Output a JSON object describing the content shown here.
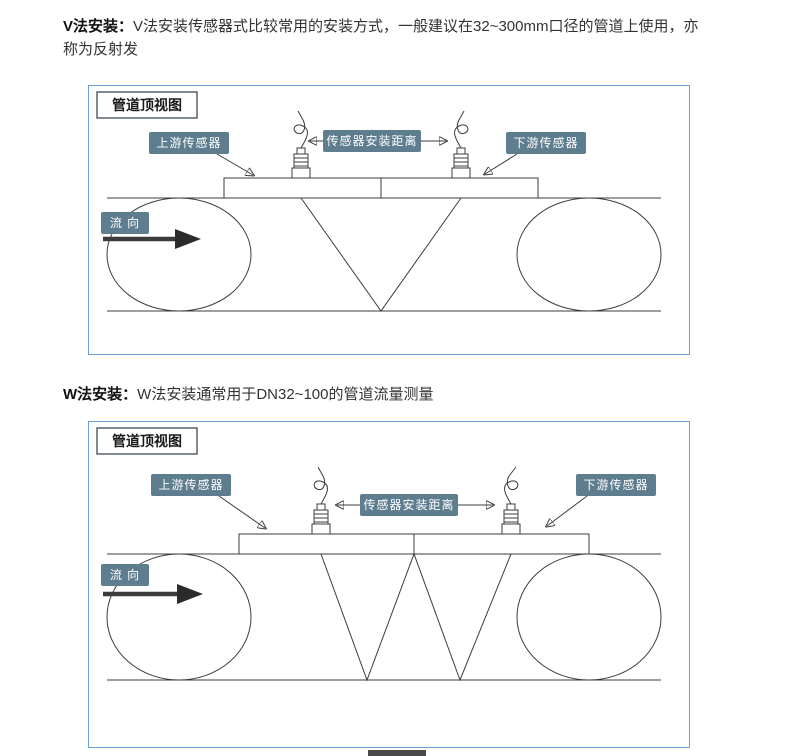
{
  "sections": [
    {
      "heading_bold": "V法安装：",
      "heading_text": "V法安装传感器式比较常用的安装方式，一般建议在32~300mm口径的管道上使用，亦称为反射发",
      "diagram": {
        "title": "管道顶视图",
        "upstream_label": "上游传感器",
        "distance_label": "传感器安装距离",
        "downstream_label": "下游传感器",
        "flow_label": "流 向",
        "path_type": "V"
      }
    },
    {
      "heading_bold": "W法安装：",
      "heading_text": "W法安装通常用于DN32~100的管道流量测量",
      "diagram": {
        "title": "管道顶视图",
        "upstream_label": "上游传感器",
        "distance_label": "传感器安装距离",
        "downstream_label": "下游传感器",
        "flow_label": "流 向",
        "path_type": "W"
      }
    }
  ],
  "colors": {
    "badge_bg": "#5e7d8e",
    "diagram_border": "#6b9fd2",
    "line": "#3c3c3c"
  }
}
